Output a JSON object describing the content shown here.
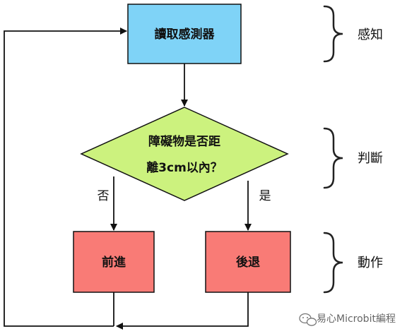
{
  "nodes": {
    "read_sensor": {
      "label": "讀取感測器",
      "color": "#7FD3F7"
    },
    "decision": {
      "line1": "障礙物是否距",
      "line2": "離3cm以內？",
      "color": "#CCF27E"
    },
    "forward": {
      "label": "前進",
      "color": "#F97B76"
    },
    "backward": {
      "label": "後退",
      "color": "#F97B76"
    }
  },
  "edge_labels": {
    "no": "否",
    "yes": "是"
  },
  "stages": {
    "sense": "感知",
    "judge": "判斷",
    "act": "動作"
  },
  "watermark": {
    "text": "易心Microbit編程"
  },
  "colors": {
    "stroke": "#111111",
    "bracket": "#222222"
  }
}
